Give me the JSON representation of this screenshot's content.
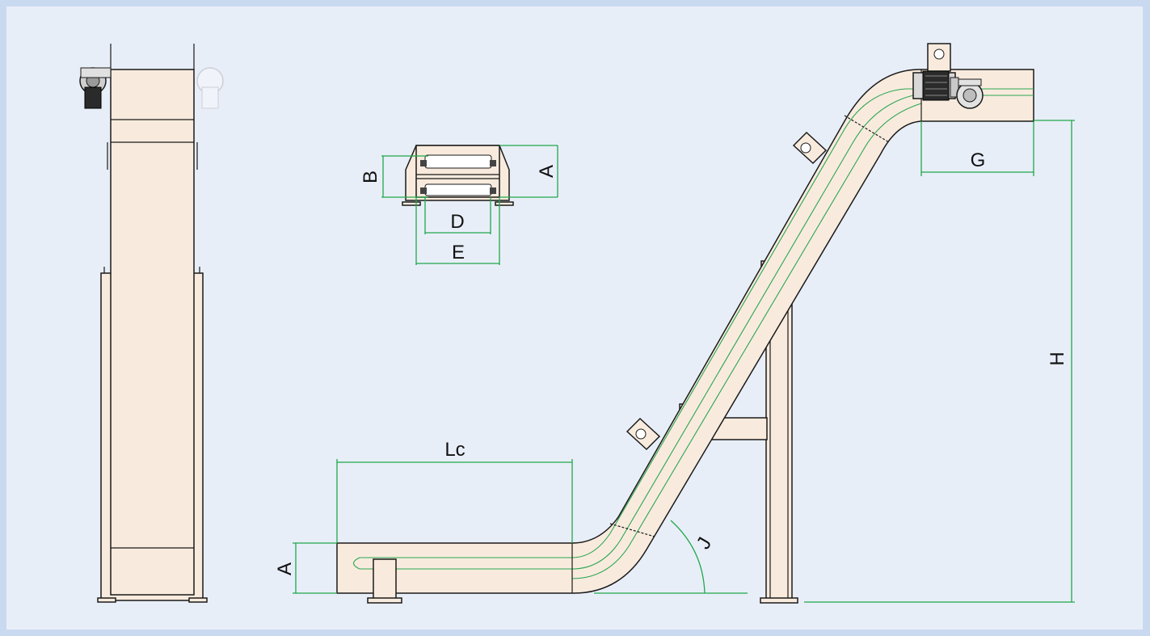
{
  "colors": {
    "background": "#e8eef8",
    "border": "#c9d9f0",
    "conveyor_body": "#f8ebdd",
    "dimension_line": "#1fa84a",
    "outline": "#1a1a1a"
  },
  "labels": {
    "dim_a_side": "A",
    "dim_b": "B",
    "dim_a_cross": "A",
    "dim_d": "D",
    "dim_e": "E",
    "dim_g": "G",
    "dim_h": "H",
    "dim_lc": "Lc",
    "dim_a_foot": "A",
    "dim_j": "J"
  }
}
